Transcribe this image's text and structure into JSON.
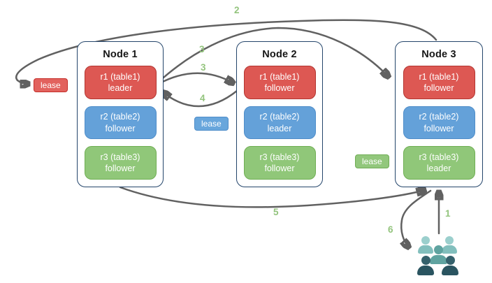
{
  "diagram": {
    "nodes": [
      {
        "title": "Node 1",
        "replicas": [
          {
            "name": "r1 (table1)",
            "role": "leader",
            "color": "red"
          },
          {
            "name": "r2 (table2)",
            "role": "follower",
            "color": "blue"
          },
          {
            "name": "r3 (table3)",
            "role": "follower",
            "color": "green"
          }
        ]
      },
      {
        "title": "Node 2",
        "replicas": [
          {
            "name": "r1 (table1)",
            "role": "follower",
            "color": "red"
          },
          {
            "name": "r2 (table2)",
            "role": "leader",
            "color": "blue"
          },
          {
            "name": "r3 (table3)",
            "role": "follower",
            "color": "green"
          }
        ]
      },
      {
        "title": "Node 3",
        "replicas": [
          {
            "name": "r1 (table1)",
            "role": "follower",
            "color": "red"
          },
          {
            "name": "r2 (table2)",
            "role": "follower",
            "color": "blue"
          },
          {
            "name": "r3 (table3)",
            "role": "leader",
            "color": "green"
          }
        ]
      }
    ],
    "leases": [
      {
        "label": "lease",
        "color": "red"
      },
      {
        "label": "lease",
        "color": "blue"
      },
      {
        "label": "lease",
        "color": "green"
      }
    ],
    "step_labels": {
      "s1": "1",
      "s2": "2",
      "s3a": "3",
      "s3b": "3",
      "s4": "4",
      "s5": "5",
      "s6": "6"
    },
    "icons": {
      "users": "users-icon"
    },
    "colors": {
      "replica_red_fill": "#dd5853",
      "replica_red_border": "#b23530",
      "replica_blue_fill": "#64a1d9",
      "replica_blue_border": "#4f8dc9",
      "replica_green_fill": "#90c779",
      "replica_green_border": "#6fae53",
      "lease_red_border": "#c52e29",
      "node_border": "#24456b",
      "arrow": "#616161",
      "step_label": "#93c47d",
      "users_light": "#9bcfcd",
      "users_medium": "#5fa3a0",
      "users_dark": "#2a5460"
    }
  }
}
